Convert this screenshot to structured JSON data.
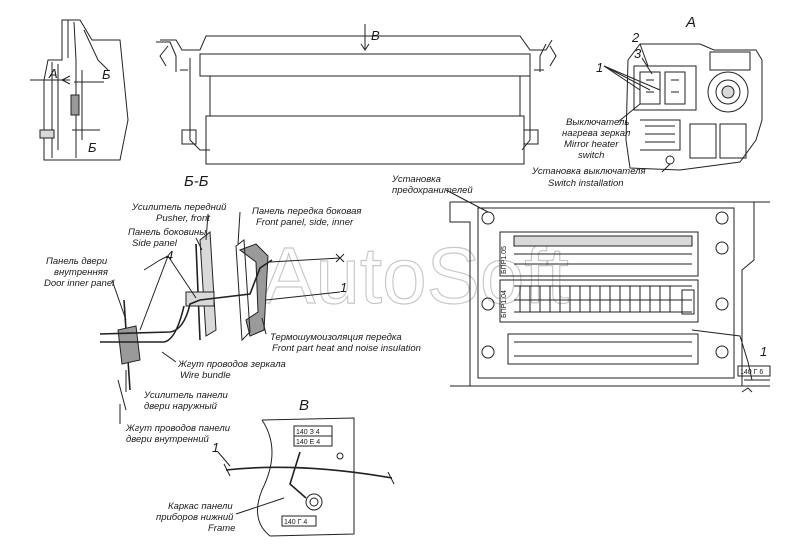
{
  "views": {
    "section_a": "А",
    "section_b": "Б",
    "section_v": "В",
    "section_bb": "Б-Б"
  },
  "view_a": {
    "callout_1": "1",
    "callout_2": "2",
    "callout_3": "3",
    "mirror_switch_ru_1": "Выключатель",
    "mirror_switch_ru_2": "нагрева зеркал",
    "mirror_switch_en_1": "Mirror heater",
    "mirror_switch_en_2": "switch",
    "switch_install_ru": "Установка выключателя",
    "switch_install_en": "Switch installation"
  },
  "fuses": {
    "title_ru_1": "Установка",
    "title_ru_2": "предохранителей",
    "block_1_code": "БПР1.05",
    "block_2_code": "БПР1.04",
    "callout_1": "1",
    "tag": "140 Г 6"
  },
  "section_bb": {
    "pusher_ru": "Усилитель передний",
    "pusher_en": "Pusher, front",
    "side_panel_ru": "Панель боковины",
    "side_panel_en": "Side panel",
    "door_inner_ru_1": "Панель двери",
    "door_inner_ru_2": "внутренняя",
    "door_inner_en": "Door inner panel",
    "callout_4": "4",
    "front_side_ru": "Панель передка боковая",
    "front_side_en": "Front panel, side, inner",
    "callout_1": "1",
    "insul_ru": "Термошумоизоляция передка",
    "insul_en": "Front part heat and noise insulation",
    "bundle_ru": "Жгут проводов зеркала",
    "bundle_en": "Wire bundle",
    "door_outer_ru_1": "Усилитель панели",
    "door_outer_ru_2": "двери наружный",
    "door_bundle_ru_1": "Жгут проводов панели",
    "door_bundle_ru_2": "двери внутренний"
  },
  "view_v": {
    "tag_1": "140 З 4",
    "tag_2": "140 Е 4",
    "callout_1": "1",
    "frame_ru_1": "Каркас панели",
    "frame_ru_2": "приборов нижний",
    "frame_en": "Frame",
    "tag_3": "140 Г 4"
  },
  "watermark": "AutoSoft"
}
